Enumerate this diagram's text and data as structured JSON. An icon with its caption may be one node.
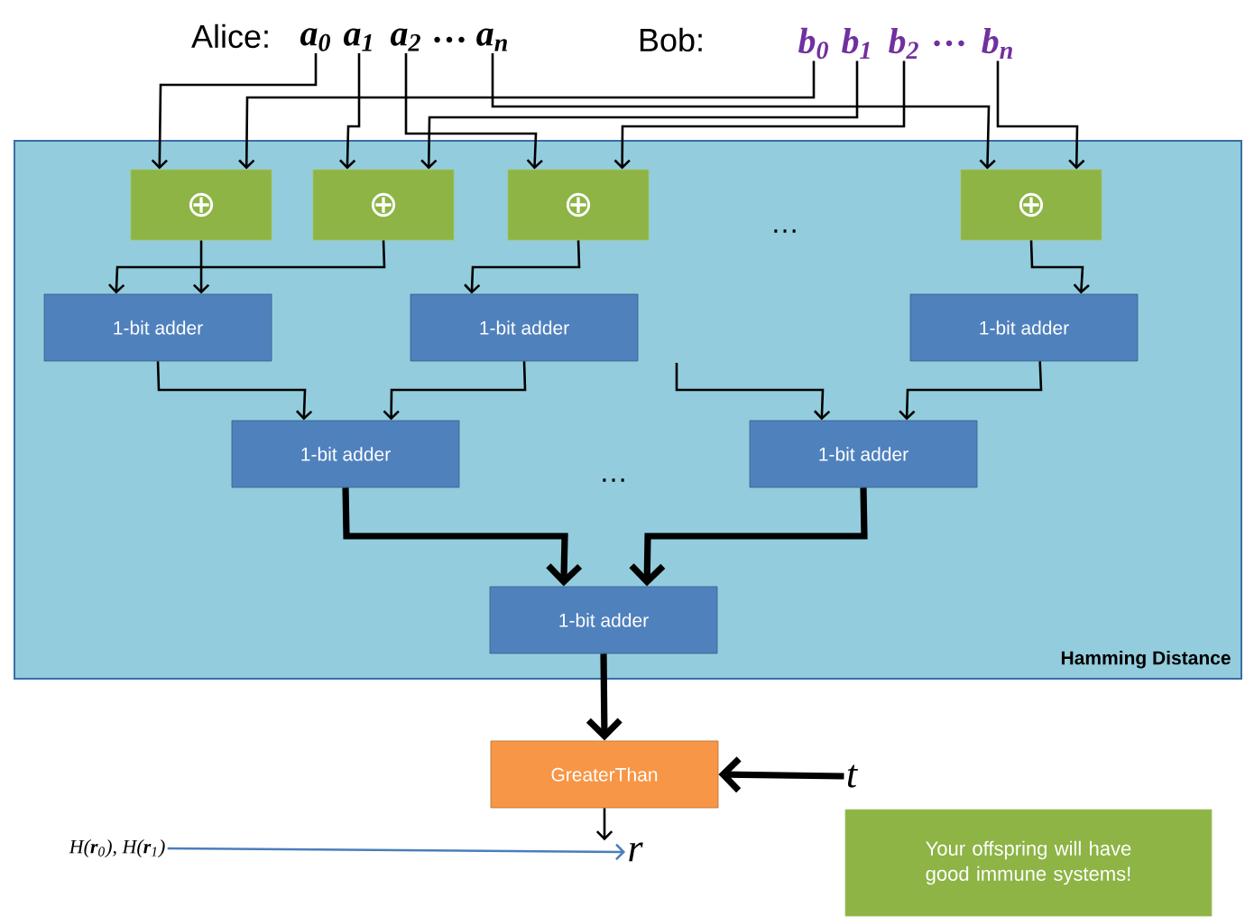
{
  "diagram": {
    "nodes": [
      {
        "text": [
          "Hamming Distance"
        ]
      },
      {
        "text": [
          "⊕"
        ],
        "in": 0
      },
      {
        "text": [
          "⊕"
        ],
        "in": 0
      },
      {
        "text": [
          "⊕"
        ],
        "in": 0
      },
      {
        "text": [
          "⊕"
        ],
        "in": 0
      },
      {
        "text": [
          "1-bit adder"
        ],
        "in": 0
      },
      {
        "text": [
          "1-bit adder"
        ],
        "in": 0
      },
      {
        "text": [
          "1-bit adder"
        ],
        "in": 0
      },
      {
        "text": [
          "1-bit adder"
        ],
        "in": 0
      },
      {
        "text": [
          "1-bit adder"
        ],
        "in": 0
      },
      {
        "text": [
          "1-bit adder"
        ],
        "in": 0
      },
      {
        "text": [
          "GreaterThan"
        ]
      },
      {
        "text": [
          "t"
        ]
      },
      {
        "text": [
          "r"
        ]
      },
      {
        "text": [
          "H(**r**$_{0}$), H(**r**$_{1}$)"
        ]
      },
      {
        "text": [
          "Your offspring will have good immune systems!"
        ]
      },
      {
        "text": [
          "a$_{0}$"
        ]
      },
      {
        "text": [
          "a$_{1}$"
        ]
      },
      {
        "text": [
          "a$_{2}$"
        ]
      },
      {
        "text": [
          "a$_{n}$"
        ]
      },
      {
        "text": [
          "b$_{0}$"
        ]
      },
      {
        "text": [
          "b$_{1}$"
        ]
      },
      {
        "text": [
          "b$_{2}$"
        ]
      },
      {
        "text": [
          "b$_{n}$"
        ]
      }
    ],
    "edges": [
      {
        "from": 16,
        "to": 1,
        "arrow": "to"
      },
      {
        "from": 20,
        "to": 1,
        "arrow": "to"
      },
      {
        "from": 17,
        "to": 2,
        "arrow": "to"
      },
      {
        "from": 21,
        "to": 2,
        "arrow": "to"
      },
      {
        "from": 18,
        "to": 3,
        "arrow": "to"
      },
      {
        "from": 22,
        "to": 3,
        "arrow": "to"
      },
      {
        "from": 19,
        "to": 4,
        "arrow": "to"
      },
      {
        "from": 23,
        "to": 4,
        "arrow": "to"
      },
      {
        "from": 1,
        "to": 5,
        "arrow": "to"
      },
      {
        "from": 2,
        "to": 5,
        "arrow": "to"
      },
      {
        "from": 3,
        "to": 6,
        "arrow": "to"
      },
      {
        "from": 4,
        "to": 7,
        "arrow": "to"
      },
      {
        "from": 5,
        "to": 8,
        "arrow": "to"
      },
      {
        "from": 6,
        "to": 8,
        "arrow": "to"
      },
      {
        "from": null,
        "to": 9,
        "arrow": "to"
      },
      {
        "from": 7,
        "to": 9,
        "arrow": "to"
      },
      {
        "from": 8,
        "to": 10,
        "arrow": "to",
        "style": "thick"
      },
      {
        "from": 9,
        "to": 10,
        "arrow": "to",
        "style": "thick"
      },
      {
        "from": 10,
        "to": 11,
        "arrow": "to",
        "style": "thick"
      },
      {
        "from": 12,
        "to": 11,
        "arrow": "to",
        "style": "thick"
      },
      {
        "from": 11,
        "to": 13,
        "arrow": "to"
      },
      {
        "from": 14,
        "to": 13,
        "arrow": "to",
        "color": "#4a7ebb"
      }
    ],
    "labels": [
      "Alice:",
      "…",
      "Bob:",
      "…",
      "…",
      "…"
    ]
  }
}
